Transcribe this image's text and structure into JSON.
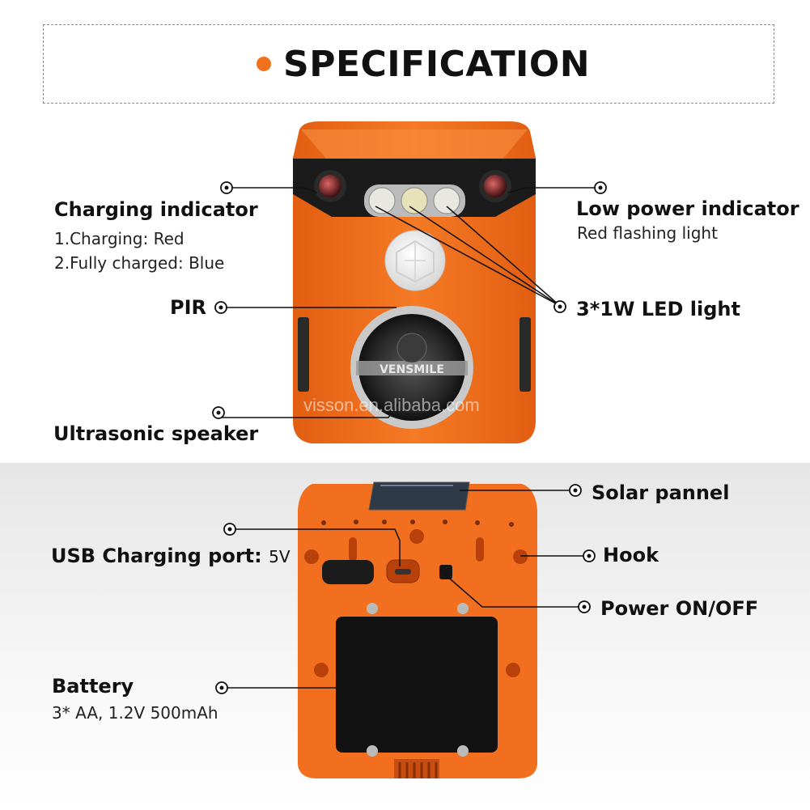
{
  "header": {
    "title": "SPECIFICATION"
  },
  "labels": {
    "charging_indicator": "Charging indicator",
    "charging_line1": "1.Charging: Red",
    "charging_line2": "2.Fully charged: Blue",
    "low_power_indicator": "Low power indicator",
    "low_power_sub": "Red flashing light",
    "pir": "PIR",
    "led_light": "3*1W LED light",
    "ultrasonic_speaker": "Ultrasonic speaker",
    "solar_panel": "Solar pannel",
    "usb_port": "USB Charging port:",
    "usb_port_sub": "5V",
    "hook": "Hook",
    "power_switch": "Power ON/OFF",
    "battery": "Battery",
    "battery_sub": "3* AA, 1.2V 500mAh"
  },
  "device": {
    "brand": "VENSMILE"
  },
  "watermark": "visson.en.alibaba.com",
  "colors": {
    "accent": "#f2711c",
    "body_orange": "#f26f1f",
    "text": "#111111"
  }
}
